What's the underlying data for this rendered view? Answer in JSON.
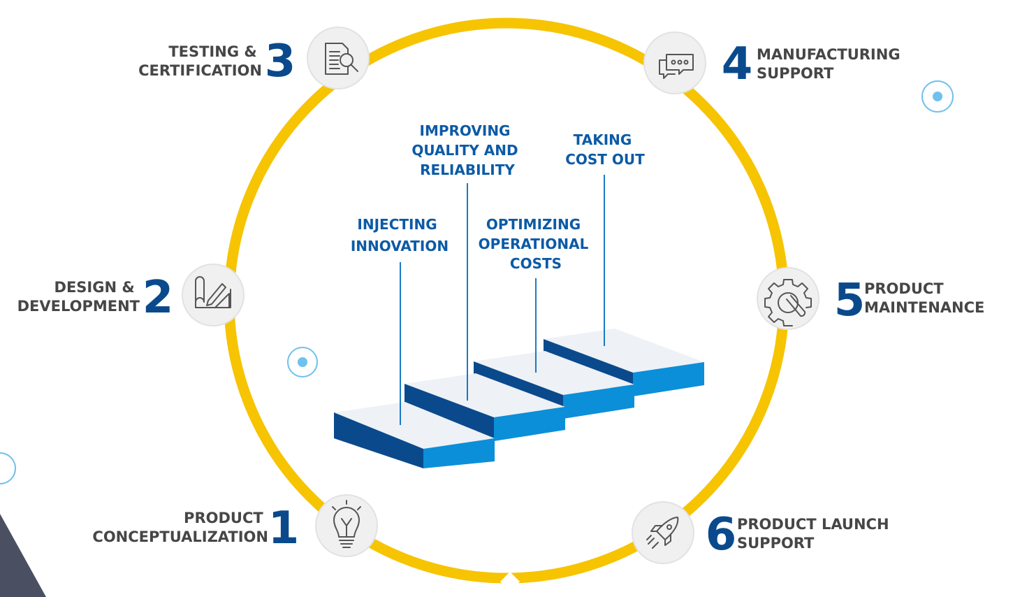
{
  "colors": {
    "ring": "#f6c400",
    "number": "#0a4a8c",
    "phase_text": "#464646",
    "step_text": "#0c5aa6",
    "step_top": "#eef1f5",
    "step_front": "#0b8fd8",
    "step_side": "#0a4a8c",
    "dot": "#6fc1ee",
    "corner_shape": "#4a5061"
  },
  "phases": [
    {
      "number": "1",
      "line1": "PRODUCT",
      "line2": "CONCEPTUALIZATION",
      "icon": "lightbulb-icon"
    },
    {
      "number": "2",
      "line1": "DESIGN &",
      "line2": "DEVELOPMENT",
      "icon": "blueprint-pencil-icon"
    },
    {
      "number": "3",
      "line1": "TESTING &",
      "line2": "CERTIFICATION",
      "icon": "document-magnifier-icon"
    },
    {
      "number": "4",
      "line1": "MANUFACTURING",
      "line2": "SUPPORT",
      "icon": "chat-bubbles-icon"
    },
    {
      "number": "5",
      "line1": "PRODUCT",
      "line2": "MAINTENANCE",
      "icon": "gear-wrench-icon"
    },
    {
      "number": "6",
      "line1": "PRODUCT LAUNCH",
      "line2": "SUPPORT",
      "icon": "rocket-icon"
    }
  ],
  "steps": [
    {
      "lines": [
        "INJECTING",
        "INNOVATION"
      ]
    },
    {
      "lines": [
        "IMPROVING",
        "QUALITY AND",
        "RELIABILITY"
      ]
    },
    {
      "lines": [
        "OPTIMIZING",
        "OPERATIONAL",
        "COSTS"
      ]
    },
    {
      "lines": [
        "TAKING",
        "COST OUT"
      ]
    }
  ]
}
